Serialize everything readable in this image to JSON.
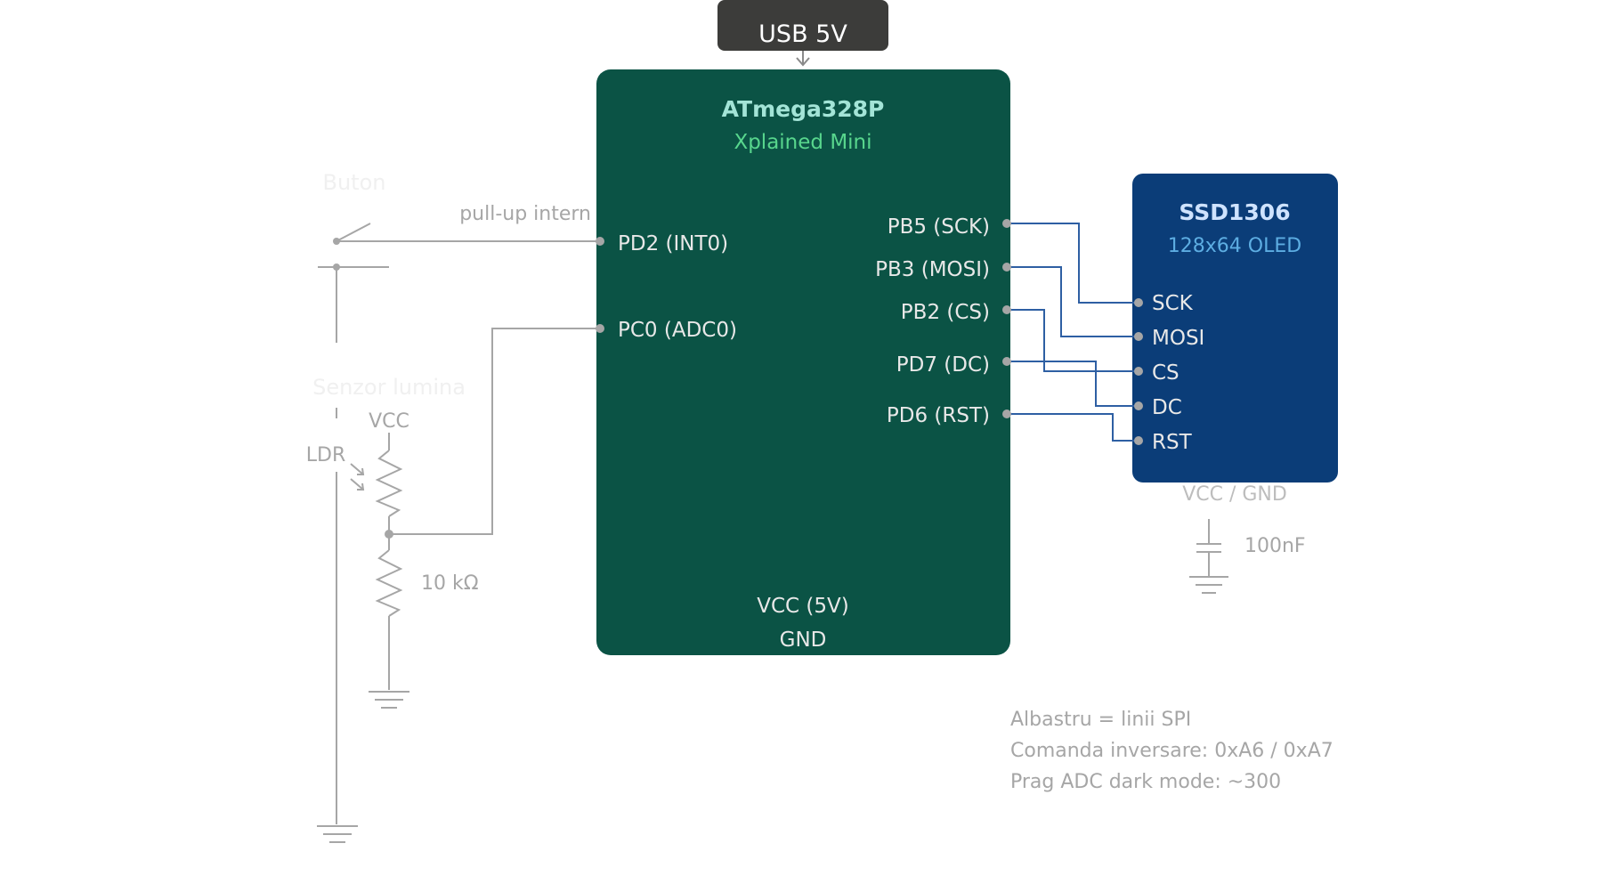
{
  "power": {
    "label": "USB 5V"
  },
  "mcu": {
    "title": "ATmega328P",
    "subtitle": "Xplained Mini",
    "pins_left": [
      "PD2 (INT0)",
      "PC0 (ADC0)"
    ],
    "pins_right": [
      "PB5 (SCK)",
      "PB3 (MOSI)",
      "PB2 (CS)",
      "PD7 (DC)",
      "PD6 (RST)"
    ],
    "vcc": "VCC (5V)",
    "gnd": "GND"
  },
  "oled": {
    "title": "SSD1306",
    "subtitle": "128x64 OLED",
    "pins": [
      "SCK",
      "MOSI",
      "CS",
      "DC",
      "RST"
    ],
    "power": "VCC / GND"
  },
  "cap": {
    "value": "100nF"
  },
  "button": {
    "label": "Buton",
    "pullup": "pull-up intern"
  },
  "sensor": {
    "label": "Senzor lumina",
    "ldr": "LDR",
    "vcc": "VCC",
    "resistor": "10 kΩ"
  },
  "notes": [
    "Albastru = linii SPI",
    "Comanda inversare: 0xA6 / 0xA7",
    "Prag ADC dark mode: ~300"
  ],
  "colors": {
    "mcu_fill": "#0b5345",
    "mcu_title": "#a3e4d7",
    "mcu_subtitle": "#58d68d",
    "oled_fill": "#0b3d78",
    "oled_title": "#cfe3ff",
    "oled_subtitle": "#5dade2",
    "spi_line": "#2e5fa3",
    "wire": "#a6a6a6",
    "power_fill": "#3c3c3a"
  }
}
